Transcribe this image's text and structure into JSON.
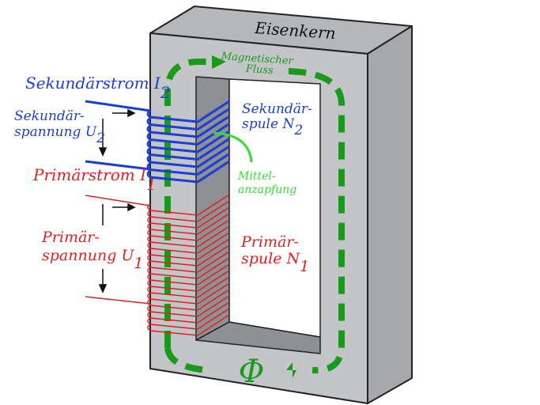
{
  "labels": {
    "core": "Eisenkern",
    "flux_line1": "Magnetischer",
    "flux_line2": "Fluss",
    "flux_symbol": "Φ",
    "secondary_current": "Sekundärstrom I",
    "secondary_current_sub": "2",
    "secondary_voltage_line1": "Sekundär-",
    "secondary_voltage_line2": "spannung U",
    "secondary_voltage_sub": "2",
    "secondary_coil_line1": "Sekundär-",
    "secondary_coil_line2": "spule N",
    "secondary_coil_sub": "2",
    "center_tap_line1": "Mittel-",
    "center_tap_line2": "anzapfung",
    "primary_current": "Primärstrom I",
    "primary_current_sub": "1",
    "primary_voltage_line1": "Primär-",
    "primary_voltage_line2": "spannung U",
    "primary_voltage_sub": "1",
    "primary_coil_line1": "Primär-",
    "primary_coil_line2": "spule N",
    "primary_coil_sub": "1"
  },
  "colors": {
    "core_front": "#c2c4c8",
    "core_side": "#a9abaf",
    "core_inner": "#8c8e92",
    "flux": "#1a9a1a",
    "secondary": "#1a3fd6",
    "primary": "#e02020",
    "center_tap": "#33dd33"
  }
}
